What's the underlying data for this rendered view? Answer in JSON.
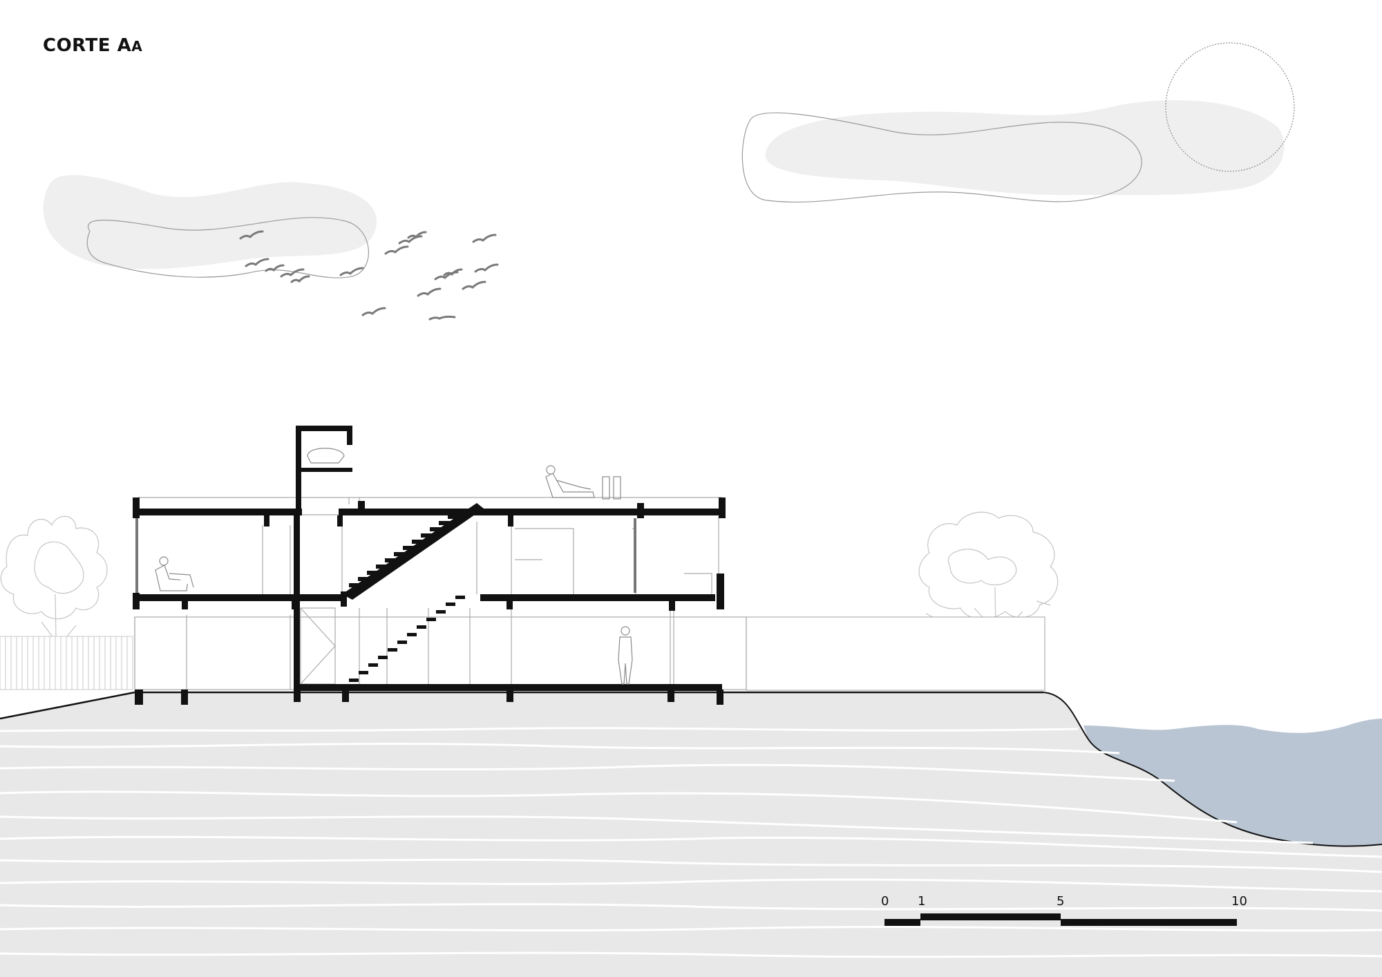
{
  "title": {
    "main": "CORTE A",
    "suffix": "A"
  },
  "scale_bar": {
    "labels": [
      "0",
      "1",
      "5",
      "10"
    ]
  },
  "colors": {
    "ground": "#e8e8e8",
    "ground_lines": "#ffffff",
    "water": "#b9c5d3",
    "cloud": "#efefef",
    "structure": "#111111",
    "birds": "#7a7a7a"
  },
  "icons": [
    "sun-icon",
    "cloud-icon",
    "bird-icon",
    "tree-icon",
    "person-icon",
    "lounge-chair-icon"
  ]
}
